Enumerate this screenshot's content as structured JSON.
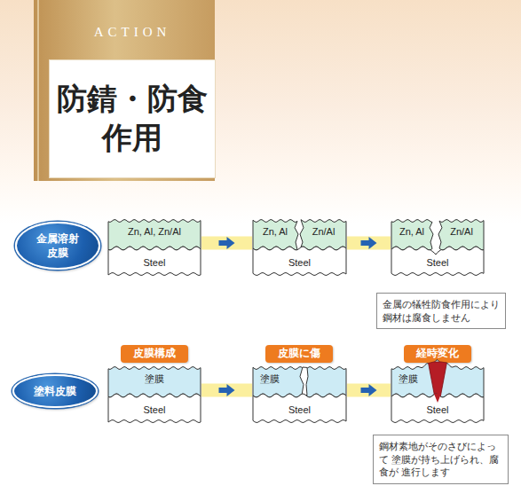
{
  "diagram": {
    "title": "防錆・防食 作用",
    "nodes": [
      {
        "text": [
          "金属溶射 皮膜"
        ]
      },
      {
        "text": [
          "Zn, Al, Zn/Al"
        ]
      },
      {
        "text": [
          "Steel"
        ]
      },
      {
        "text": [
          "Zn, Al"
        ]
      },
      {
        "text": [
          "Zn/Al"
        ]
      },
      {
        "text": [
          "Steel"
        ]
      },
      {
        "text": [
          "Zn, Al"
        ]
      },
      {
        "text": [
          "Zn/Al"
        ]
      },
      {
        "text": [
          "Steel"
        ]
      },
      {
        "text": [
          "金属の犠牲防食作用により 鋼材は腐食しません"
        ]
      },
      {
        "text": [
          "皮膜構成"
        ]
      },
      {
        "text": [
          "皮膜に傷"
        ]
      },
      {
        "text": [
          "経時変化"
        ]
      },
      {
        "text": [
          "塗料皮膜"
        ]
      },
      {
        "text": [
          "塗膜"
        ]
      },
      {
        "text": [
          "Steel"
        ]
      },
      {
        "text": [
          "塗膜"
        ]
      },
      {
        "text": [
          "Steel"
        ]
      },
      {
        "text": [
          "塗膜"
        ]
      },
      {
        "text": [
          "Steel"
        ]
      },
      {
        "text": [
          "鋼材素地がそのさびによって 塗膜が持ち上げられ、腐食が 進行します"
        ]
      }
    ],
    "edges": [
      {
        "from": 1,
        "to": 3,
        "arrow": "to"
      },
      {
        "from": 4,
        "to": 6,
        "arrow": "to"
      },
      {
        "from": 14,
        "to": 16,
        "arrow": "to"
      },
      {
        "from": 16,
        "to": 18,
        "arrow": "to"
      }
    ],
    "labels": [
      "ACTION"
    ]
  }
}
